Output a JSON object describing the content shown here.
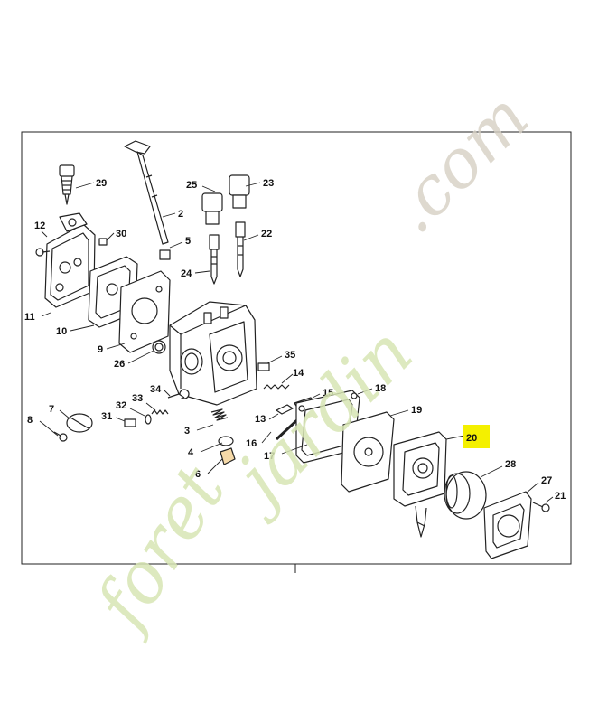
{
  "diagram": {
    "highlight_color": "#f4f000",
    "watermark": {
      "part1": "foret",
      "part2": "jardin",
      "part3": ".com",
      "color_green": "#cfe0a0",
      "color_grey": "#cfc8bb"
    },
    "labels": {
      "p2": "2",
      "p3": "3",
      "p4": "4",
      "p5": "5",
      "p6": "6",
      "p7": "7",
      "p8": "8",
      "p9": "9",
      "p10": "10",
      "p11": "11",
      "p12": "12",
      "p13": "13",
      "p14": "14",
      "p15": "15",
      "p16": "16",
      "p17": "17",
      "p18": "18",
      "p19": "19",
      "p20": "20",
      "p21": "21",
      "p22": "22",
      "p23": "23",
      "p24": "24",
      "p25": "25",
      "p26": "26",
      "p27": "27",
      "p28": "28",
      "p29": "29",
      "p30": "30",
      "p31": "31",
      "p32": "32",
      "p33": "33",
      "p34": "34",
      "p35": "35"
    }
  }
}
